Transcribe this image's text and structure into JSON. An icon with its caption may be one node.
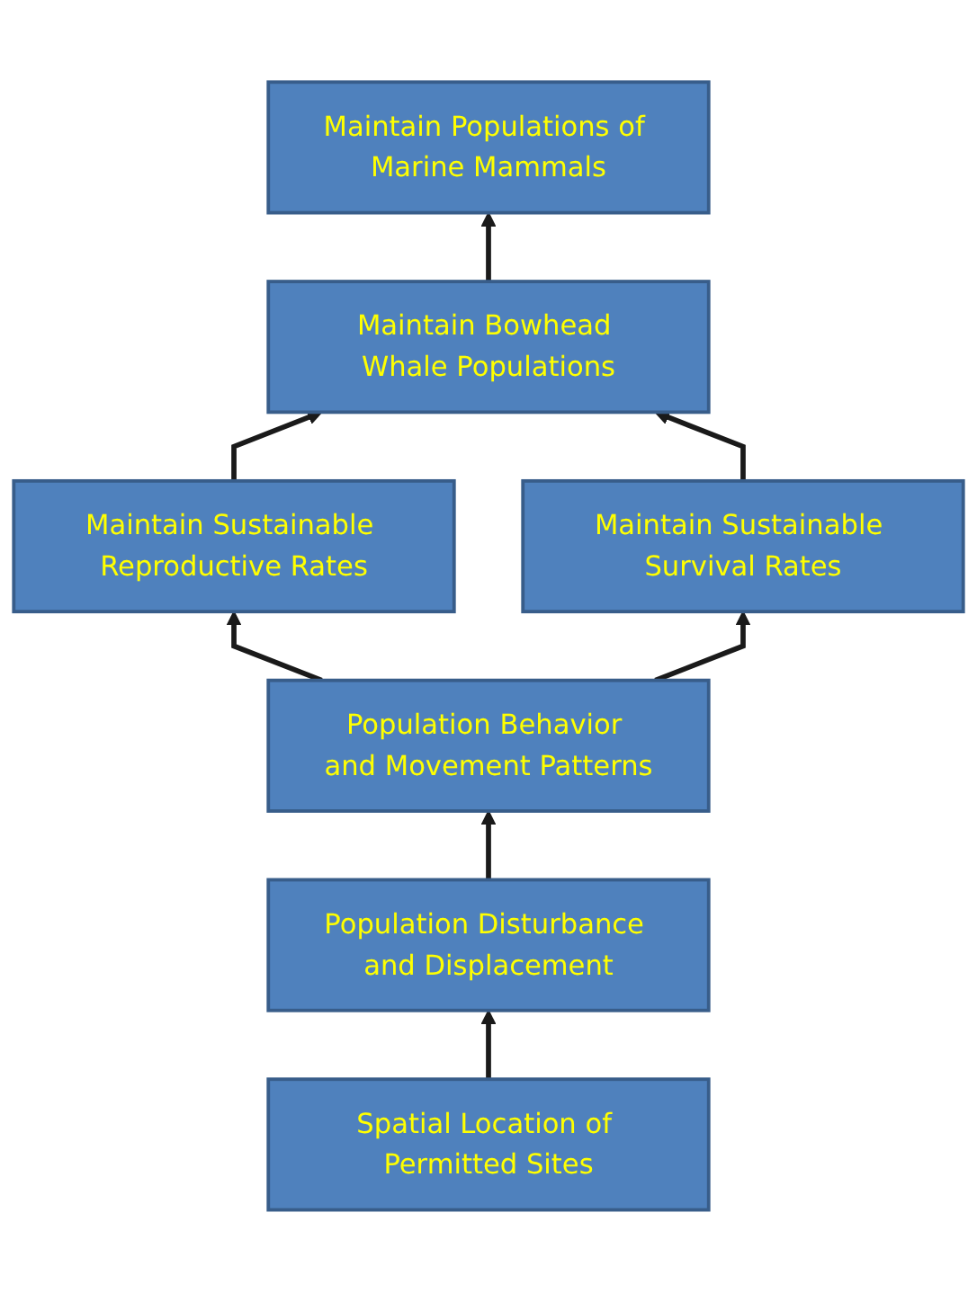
{
  "diagram": {
    "nodes": [
      {
        "text": [
          "Maintain Populations of Marine Mammals"
        ]
      },
      {
        "text": [
          "Maintain Bowhead Whale Populations"
        ]
      },
      {
        "text": [
          "Maintain Sustainable Reproductive Rates"
        ]
      },
      {
        "text": [
          "Maintain Sustainable Survival Rates"
        ]
      },
      {
        "text": [
          "Population Behavior and Movement Patterns"
        ]
      },
      {
        "text": [
          "Population Disturbance and Displacement"
        ]
      },
      {
        "text": [
          "Spatial Location of Permitted Sites"
        ]
      }
    ],
    "edges": [
      {
        "from": 1,
        "to": 0,
        "arrow": "to"
      },
      {
        "from": 2,
        "to": 1,
        "arrow": "to"
      },
      {
        "from": 3,
        "to": 1,
        "arrow": "to"
      },
      {
        "from": 4,
        "to": 2,
        "arrow": "to"
      },
      {
        "from": 4,
        "to": 3,
        "arrow": "to"
      },
      {
        "from": 5,
        "to": 4,
        "arrow": "to"
      },
      {
        "from": 6,
        "to": 5,
        "arrow": "to"
      }
    ]
  }
}
